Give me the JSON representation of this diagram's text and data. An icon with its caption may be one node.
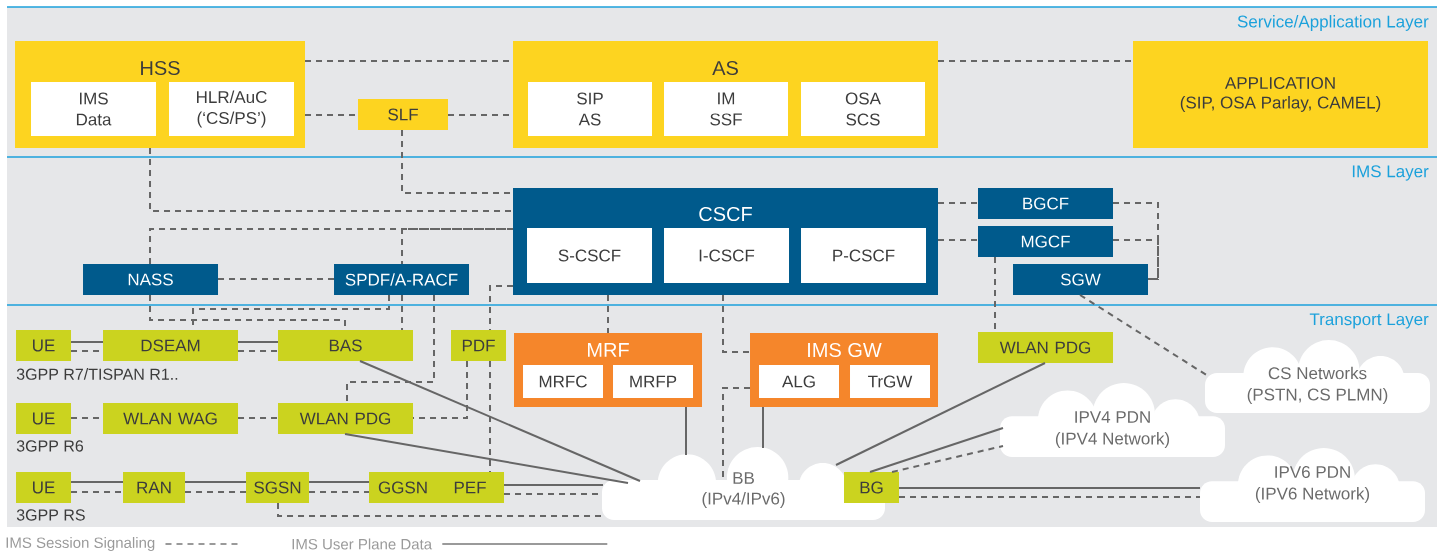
{
  "diagram": {
    "nodes": [
      {
        "text": [
          "Service/Application Layer"
        ]
      },
      {
        "text": [
          "HSS"
        ],
        "in": 0
      },
      {
        "text": [
          "IMS Data"
        ],
        "in": 1
      },
      {
        "text": [
          "HLR/AuC (‘CS/PS’)"
        ],
        "in": 1
      },
      {
        "text": [
          "SLF"
        ],
        "in": 0
      },
      {
        "text": [
          "AS"
        ],
        "in": 0
      },
      {
        "text": [
          "SIP AS"
        ],
        "in": 5
      },
      {
        "text": [
          "IM SSF"
        ],
        "in": 5
      },
      {
        "text": [
          "OSA SCS"
        ],
        "in": 5
      },
      {
        "text": [
          "APPLICATION",
          "(SIP, OSA Parlay, CAMEL)"
        ],
        "in": 0
      },
      {
        "text": [
          "IMS Layer"
        ]
      },
      {
        "text": [
          "CSCF"
        ],
        "in": 10
      },
      {
        "text": [
          "S-CSCF"
        ],
        "in": 11
      },
      {
        "text": [
          "I-CSCF"
        ],
        "in": 11
      },
      {
        "text": [
          "P-CSCF"
        ],
        "in": 11
      },
      {
        "text": [
          "BGCF"
        ],
        "in": 10
      },
      {
        "text": [
          "MGCF"
        ],
        "in": 10
      },
      {
        "text": [
          "SGW"
        ],
        "in": 10
      },
      {
        "text": [
          "NASS"
        ],
        "in": 10
      },
      {
        "text": [
          "SPDF/A-RACF"
        ],
        "in": 10
      },
      {
        "text": [
          "Transport Layer"
        ]
      },
      {
        "text": [
          "UE"
        ],
        "in": 20,
        "beside": [
          "3GPP R7/TISPAN R1.."
        ]
      },
      {
        "text": [
          "DSEAM"
        ],
        "in": 20
      },
      {
        "text": [
          "BAS"
        ],
        "in": 20
      },
      {
        "text": [
          "PDF"
        ],
        "in": 20
      },
      {
        "text": [
          "MRF"
        ],
        "in": 20
      },
      {
        "text": [
          "MRFC"
        ],
        "in": 25
      },
      {
        "text": [
          "MRFP"
        ],
        "in": 25
      },
      {
        "text": [
          "IMS GW"
        ],
        "in": 20
      },
      {
        "text": [
          "ALG"
        ],
        "in": 28
      },
      {
        "text": [
          "TrGW"
        ],
        "in": 28
      },
      {
        "text": [
          "WLAN PDG"
        ],
        "in": 20
      },
      {
        "text": [
          "CS Networks",
          "(PSTN, CS PLMN)"
        ],
        "in": 20
      },
      {
        "text": [
          "UE"
        ],
        "in": 20,
        "beside": [
          "3GPP R6"
        ]
      },
      {
        "text": [
          "WLAN WAG"
        ],
        "in": 20
      },
      {
        "text": [
          "WLAN PDG"
        ],
        "in": 20
      },
      {
        "text": [
          "IPV4 PDN",
          "(IPV4 Network)"
        ],
        "in": 20
      },
      {
        "text": [
          "UE"
        ],
        "in": 20,
        "beside": [
          "3GPP RS"
        ]
      },
      {
        "text": [
          "RAN"
        ],
        "in": 20
      },
      {
        "text": [
          "SGSN"
        ],
        "in": 20
      },
      {
        "text": [
          "GGSN",
          "PEF"
        ],
        "in": 20
      },
      {
        "text": [
          "BB",
          "(IPv4/IPv6)"
        ],
        "in": 20
      },
      {
        "text": [
          "BG"
        ],
        "in": 20
      },
      {
        "text": [
          "IPV6 PDN",
          "(IPV6 Network)"
        ],
        "in": 20
      }
    ],
    "edges": [
      {
        "from": 1,
        "to": 5,
        "arrow": "none",
        "style": "dashed"
      },
      {
        "from": 1,
        "to": 4,
        "arrow": "none",
        "style": "dashed"
      },
      {
        "from": 4,
        "to": 5,
        "arrow": "none",
        "style": "dashed"
      },
      {
        "from": 5,
        "to": 9,
        "arrow": "none",
        "style": "dashed"
      },
      {
        "from": 1,
        "to": 11,
        "arrow": "none",
        "style": "dashed"
      },
      {
        "from": 4,
        "to": 11,
        "arrow": "none",
        "style": "dashed"
      },
      {
        "from": 11,
        "to": 19,
        "arrow": "none",
        "style": "dashed"
      },
      {
        "from": 18,
        "to": 11,
        "arrow": "none",
        "style": "dashed"
      },
      {
        "from": 18,
        "to": 19,
        "arrow": "none",
        "style": "dashed"
      },
      {
        "from": 18,
        "to": 23,
        "arrow": "none",
        "style": "dashed"
      },
      {
        "from": 19,
        "to": 22,
        "arrow": "none",
        "style": "dashed"
      },
      {
        "from": 19,
        "to": 23,
        "arrow": "none",
        "style": "dashed"
      },
      {
        "from": 19,
        "to": 35,
        "arrow": "none",
        "style": "dashed"
      },
      {
        "from": 11,
        "to": 24,
        "arrow": "none",
        "style": "dashed"
      },
      {
        "from": 24,
        "to": 40,
        "arrow": "none",
        "style": "dashed"
      },
      {
        "from": 24,
        "to": 35,
        "arrow": "none",
        "style": "dashed"
      },
      {
        "from": 11,
        "to": 25,
        "arrow": "none",
        "style": "dashed"
      },
      {
        "from": 11,
        "to": 28,
        "arrow": "none",
        "style": "dashed"
      },
      {
        "from": 28,
        "to": 41,
        "arrow": "none",
        "style": "dashed"
      },
      {
        "from": 11,
        "to": 15,
        "arrow": "none",
        "style": "dashed"
      },
      {
        "from": 11,
        "to": 16,
        "arrow": "none",
        "style": "dashed"
      },
      {
        "from": 15,
        "to": 17,
        "arrow": "none",
        "style": "dashed"
      },
      {
        "from": 16,
        "to": 17,
        "arrow": "none",
        "style": "dashed"
      },
      {
        "from": 16,
        "to": 31,
        "arrow": "none",
        "style": "dashed"
      },
      {
        "from": 17,
        "to": 32,
        "arrow": "none",
        "style": "dashed"
      },
      {
        "from": 21,
        "to": 22,
        "arrow": "none"
      },
      {
        "from": 21,
        "to": 22,
        "arrow": "none",
        "style": "dashed"
      },
      {
        "from": 22,
        "to": 23,
        "arrow": "none"
      },
      {
        "from": 22,
        "to": 23,
        "arrow": "none",
        "style": "dashed"
      },
      {
        "from": 33,
        "to": 34,
        "arrow": "none",
        "style": "dashed"
      },
      {
        "from": 34,
        "to": 35,
        "arrow": "none",
        "style": "dashed"
      },
      {
        "from": 37,
        "to": 38,
        "arrow": "none"
      },
      {
        "from": 37,
        "to": 38,
        "arrow": "none",
        "style": "dashed"
      },
      {
        "from": 38,
        "to": 39,
        "arrow": "none"
      },
      {
        "from": 38,
        "to": 39,
        "arrow": "none",
        "style": "dashed"
      },
      {
        "from": 39,
        "to": 40,
        "arrow": "none"
      },
      {
        "from": 39,
        "to": 40,
        "arrow": "none",
        "style": "dashed"
      },
      {
        "from": 40,
        "to": 41,
        "arrow": "none"
      },
      {
        "from": 40,
        "to": 41,
        "arrow": "none",
        "style": "dashed"
      },
      {
        "from": 39,
        "to": 41,
        "arrow": "none",
        "style": "dashed"
      },
      {
        "from": 23,
        "to": 41,
        "arrow": "none"
      },
      {
        "from": 35,
        "to": 41,
        "arrow": "none"
      },
      {
        "from": 25,
        "to": 41,
        "arrow": "none"
      },
      {
        "from": 28,
        "to": 41,
        "arrow": "none"
      },
      {
        "from": 31,
        "to": 41,
        "arrow": "none"
      },
      {
        "from": 42,
        "to": 36,
        "arrow": "none"
      },
      {
        "from": 42,
        "to": 36,
        "arrow": "none",
        "style": "dashed"
      },
      {
        "from": 42,
        "to": 43,
        "arrow": "none"
      },
      {
        "from": 42,
        "to": 43,
        "arrow": "none",
        "style": "dashed"
      }
    ],
    "legend": [
      {
        "text": "IMS Session Signaling"
      },
      {
        "text": "IMS User Plane Data"
      }
    ]
  }
}
